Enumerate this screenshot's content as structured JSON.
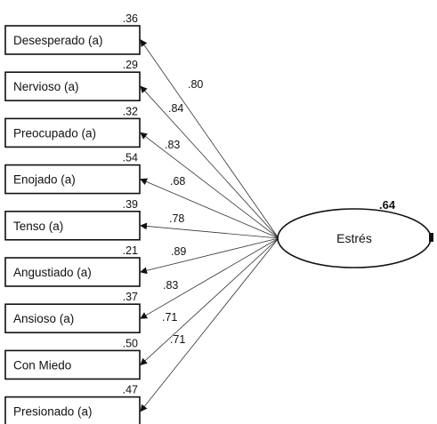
{
  "factor": {
    "label": "Estrés",
    "r2": ".64"
  },
  "items": [
    {
      "label": "Desesperado (a)",
      "r2": ".36",
      "loading": ".80"
    },
    {
      "label": "Nervioso (a)",
      "r2": ".29",
      "loading": ".84"
    },
    {
      "label": "Preocupado (a)",
      "r2": ".32",
      "loading": ".83"
    },
    {
      "label": "Enojado (a)",
      "r2": ".54",
      "loading": ".68"
    },
    {
      "label": "Tenso (a)",
      "r2": ".39",
      "loading": ".78"
    },
    {
      "label": "Angustiado (a)",
      "r2": ".21",
      "loading": ".89"
    },
    {
      "label": "Ansioso (a)",
      "r2": ".37",
      "loading": ".83"
    },
    {
      "label": "Con Miedo",
      "r2": ".50",
      "loading": ".71"
    },
    {
      "label": "Presionado (a)",
      "r2": ".47",
      "loading": ".71"
    }
  ]
}
